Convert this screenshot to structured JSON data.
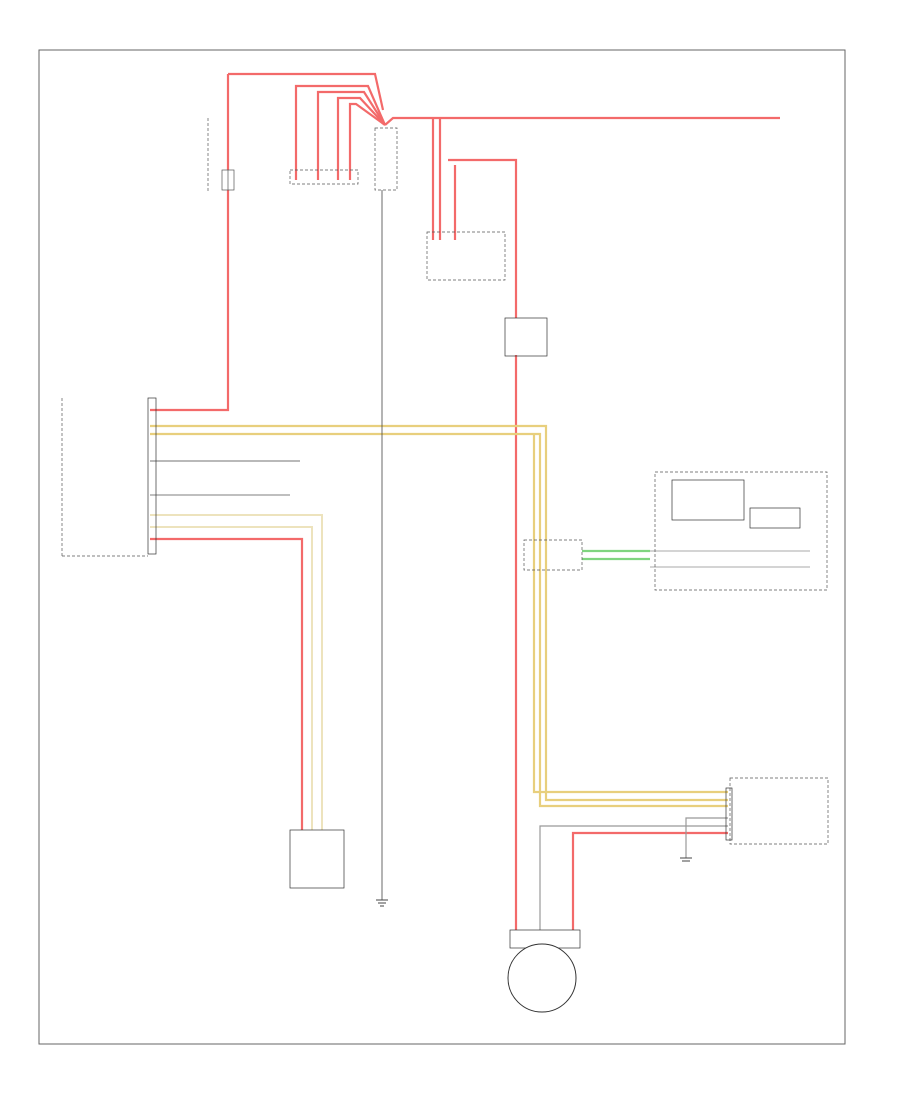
{
  "diagram": {
    "footer_code": "",
    "colors": {
      "red_wire": "#f36a6a",
      "yellow_wire": "#e8cf7d",
      "pale_yellow_wire": "#ede3bd",
      "green_wire": "#7fd47f",
      "black_wire": "#444444",
      "gray_wire": "#999999",
      "outline": "#333333"
    },
    "components": [
      {
        "id": "fuse-block-left",
        "label": ""
      },
      {
        "id": "power-distribution",
        "label": ""
      },
      {
        "id": "relay-block",
        "label": ""
      },
      {
        "id": "underhood-fuse-block",
        "label": ""
      },
      {
        "id": "fusible-link",
        "label": ""
      },
      {
        "id": "body-control-module",
        "label": ""
      },
      {
        "id": "dlc-connector",
        "label": ""
      },
      {
        "id": "instrument-cluster",
        "label": ""
      },
      {
        "id": "battery-current-sensor",
        "label": ""
      },
      {
        "id": "engine-control-module",
        "label": ""
      },
      {
        "id": "generator",
        "label": ""
      },
      {
        "id": "ground-1",
        "label": ""
      },
      {
        "id": "ground-2",
        "label": ""
      },
      {
        "id": "starter-ref",
        "label": ""
      }
    ],
    "bcm_pins": [
      "",
      "",
      "",
      "",
      "",
      "",
      "",
      ""
    ],
    "ecm_pins": [
      "",
      "",
      "",
      ""
    ],
    "cluster_lines": [
      "",
      ""
    ]
  }
}
